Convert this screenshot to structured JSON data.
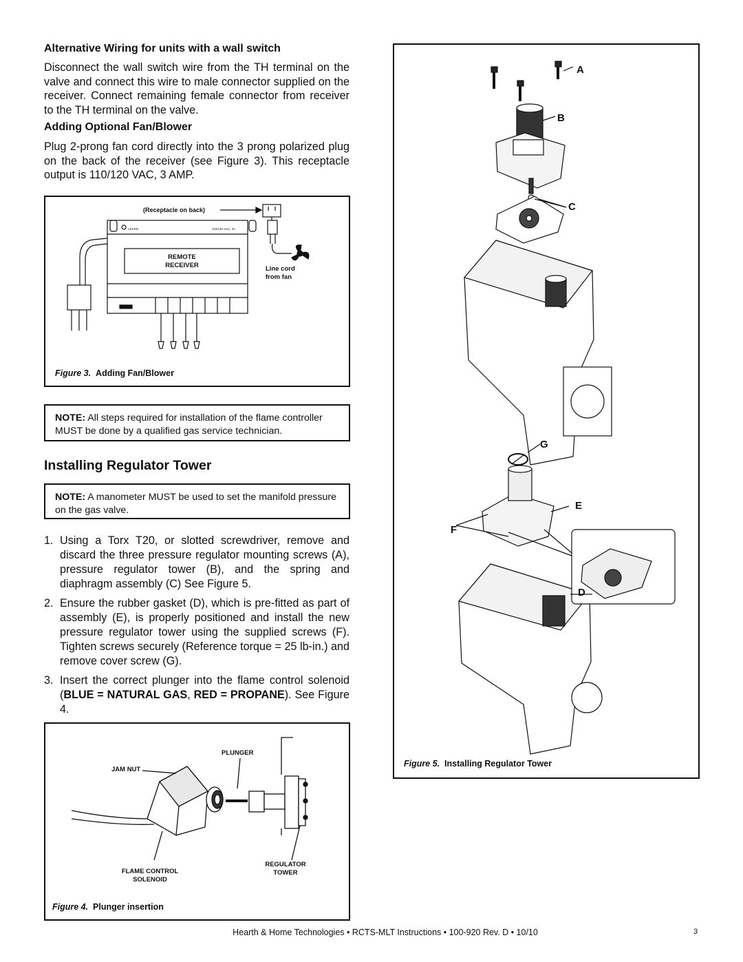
{
  "alt_wiring": {
    "heading": "Alternative Wiring for units with a wall switch",
    "text": "Disconnect the wall switch wire from the TH terminal on the valve and connect this wire to male connector supplied on the receiver. Connect remaining female connector from receiver to the TH terminal on the valve."
  },
  "fan": {
    "heading": "Adding Optional Fan/Blower",
    "text": "Plug 2-prong fan cord directly into the 3 prong polarized plug on the back of the receiver (see Figure 3). This receptacle output is 110/120 VAC, 3 AMP."
  },
  "figure3": {
    "receptacle_label": "(Receptacle on back)",
    "learn_label": "LEARN",
    "rating_label": "110/120 VAC, 3A",
    "remote_label_1": "REMOTE",
    "remote_label_2": "RECEIVER",
    "line_cord_1": "Line cord",
    "line_cord_2": "from fan",
    "caption_num": "Figure 3.",
    "caption_text": "Adding Fan/Blower"
  },
  "note1": {
    "bold": "NOTE:",
    "text": " All steps required for installation of the flame controller MUST be done by a qualified gas service technician."
  },
  "regulator": {
    "heading": "Installing Regulator Tower",
    "note_bold": "NOTE:",
    "note_text": " A manometer MUST be used to set the manifold pressure on the gas valve.",
    "steps": [
      {
        "num": "1.",
        "text": "Using a Torx T20, or slotted screwdriver, remove and discard the three pressure regulator mounting screws (A), pressure regulator tower (B), and the spring and diaphragm assembly (C) See Figure 5."
      },
      {
        "num": "2.",
        "text": "Ensure the rubber gasket (D), which is pre-fitted as part of assembly (E), is properly positioned and install the new pressure regulator tower using the supplied screws (F). Tighten screws securely (Reference torque = 25 lb-in.) and remove cover screw (G)."
      },
      {
        "num": "3.",
        "text_before": "Insert the correct plunger into the flame control solenoid (",
        "bold": "BLUE = NATURAL GAS",
        "mid": ", ",
        "bold2": "RED = PROPANE",
        "text_after": "). See Figure 4."
      }
    ]
  },
  "figure4": {
    "plunger": "PLUNGER",
    "jam_nut": "JAM NUT",
    "regulator_1": "REGULATOR",
    "regulator_2": "TOWER",
    "flame_1": "FLAME CONTROL",
    "flame_2": "SOLENOID",
    "caption_num": "Figure 4.",
    "caption_text": "Plunger insertion"
  },
  "figure5": {
    "letters": {
      "a": "A",
      "b": "B",
      "c": "C",
      "g": "G",
      "e": "E",
      "f": "F",
      "d": "D"
    },
    "caption_num": "Figure 5.",
    "caption_text": "Installing Regulator Tower"
  },
  "footer": {
    "text": "Hearth & Home Technologies • RCTS-MLT Instructions • 100-920 Rev. D • 10/10",
    "page": "3"
  }
}
